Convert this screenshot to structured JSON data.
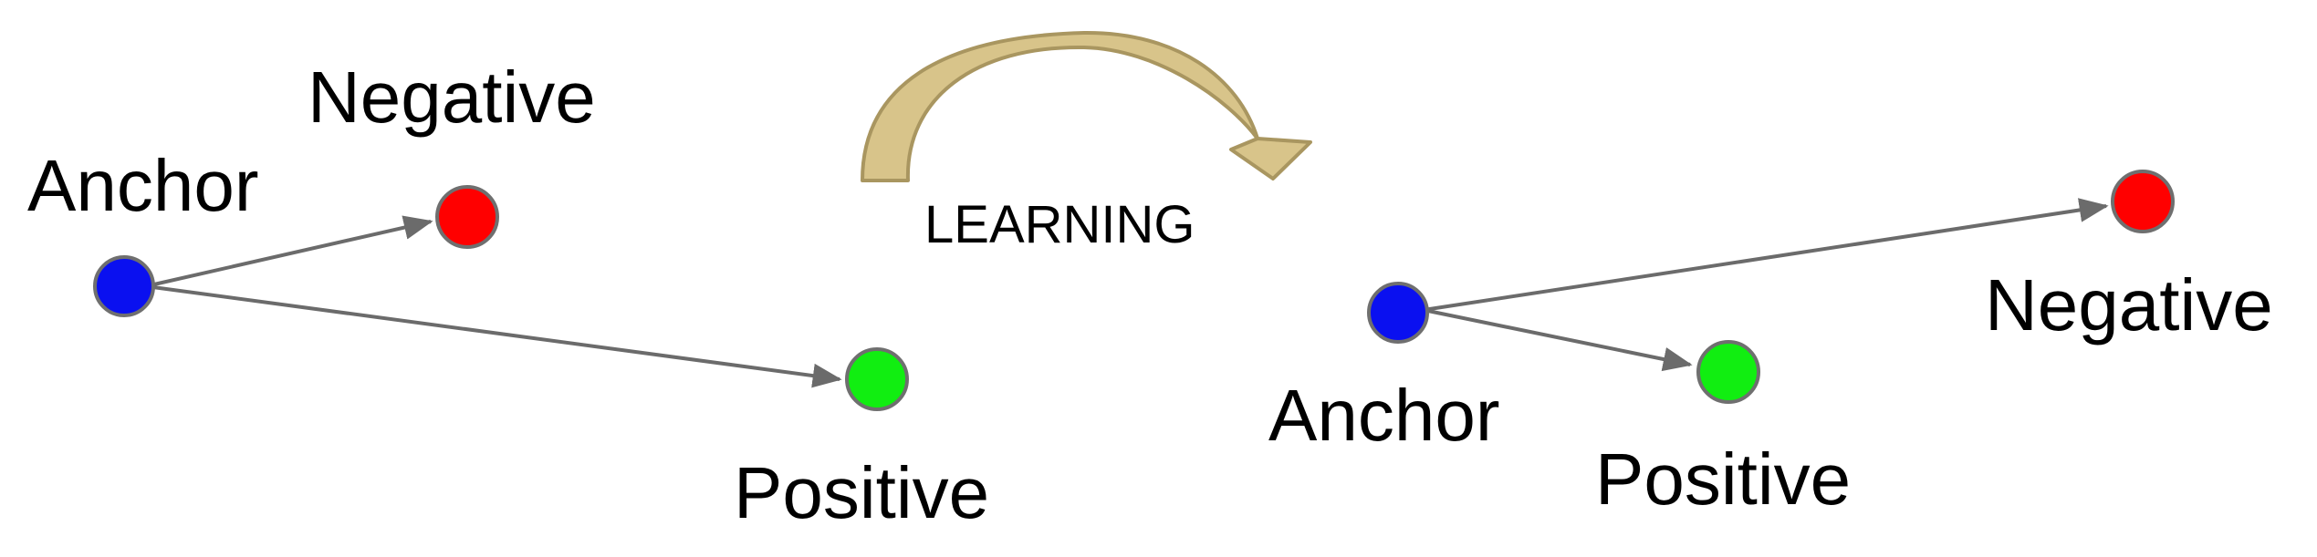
{
  "colors": {
    "anchor": "#0a10f0",
    "negative": "#ff0000",
    "positive": "#11ee11",
    "edge": "#6b6b6b",
    "arrow_fill": "#d8c48a",
    "arrow_stroke": "#a99660"
  },
  "before": {
    "anchor_label": "Anchor",
    "negative_label": "Negative",
    "positive_label": "Positive"
  },
  "transition": {
    "label": "LEARNING",
    "icon": "curved-arrow-icon"
  },
  "after": {
    "anchor_label": "Anchor",
    "negative_label": "Negative",
    "positive_label": "Positive"
  }
}
